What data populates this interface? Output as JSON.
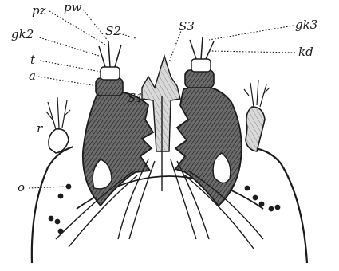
{
  "diagram": {
    "labels": {
      "pz": "pz",
      "pw": "pw",
      "s2": "S2",
      "s3": "S3",
      "gk3": "gk3",
      "kd": "kd",
      "gk2": "gk2",
      "t": "t",
      "a": "a",
      "s1": "S1",
      "r": "r",
      "o": "o"
    }
  }
}
